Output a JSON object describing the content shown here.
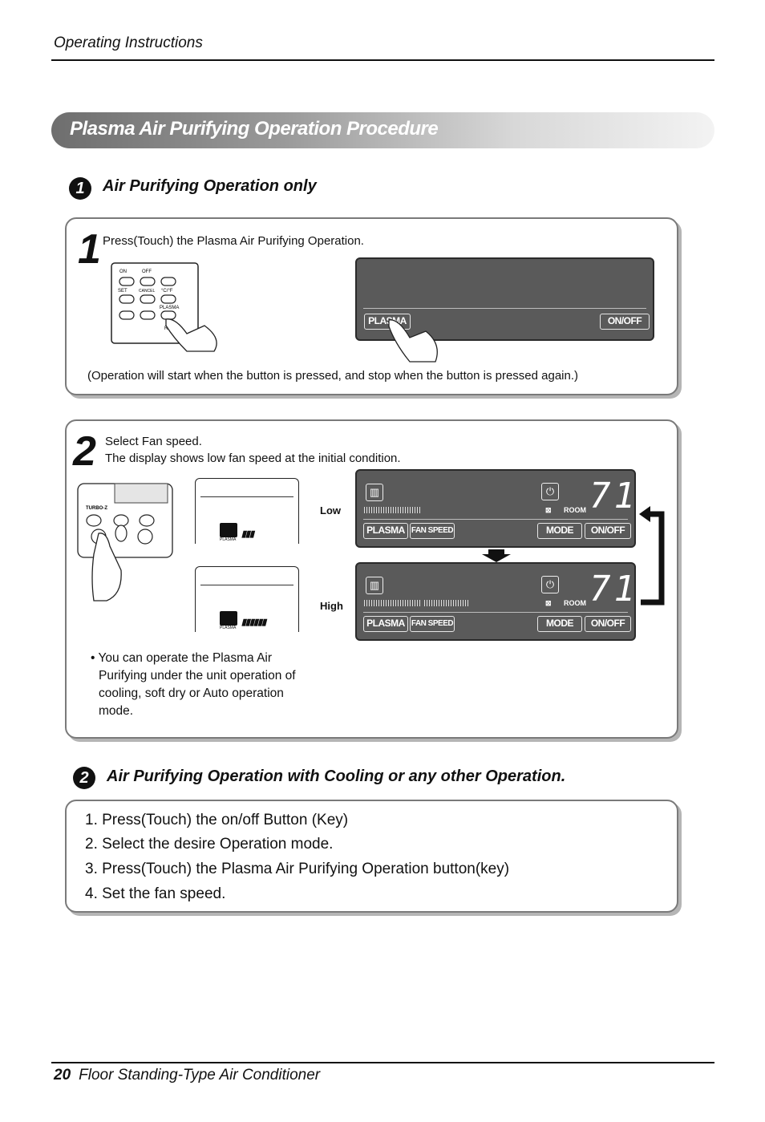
{
  "header": {
    "section": "Operating Instructions"
  },
  "banner": {
    "title": "Plasma Air Purifying Operation Procedure"
  },
  "section1": {
    "badge": "1",
    "title": "Air Purifying Operation only",
    "step1": {
      "number": "1",
      "instruction": "Press(Touch) the Plasma Air Purifying Operation.",
      "note": "(Operation will start when the button is pressed, and stop when the button is pressed again.)",
      "remote": {
        "row1_left": "ON",
        "row1_right": "OFF",
        "row3_left": "SET",
        "row3_right": "CANCEL",
        "row3_temp": "°C/°F",
        "row4_plasma": "PLASMA",
        "reset": "RE"
      },
      "display": {
        "plasma": "PLASMA",
        "onoff": "ON/OFF"
      }
    },
    "step2": {
      "number": "2",
      "instruction_line1": "Select Fan speed.",
      "instruction_line2": "The display shows low fan speed at the initial condition.",
      "remote_label": "TURBO-Z",
      "lcd_label": "PLASMA",
      "low_label": "Low",
      "high_label": "High",
      "display": {
        "plasma": "PLASMA",
        "fan_speed": "FAN SPEED",
        "mode": "MODE",
        "onoff": "ON/OFF",
        "room": "ROOM",
        "temp": "71"
      },
      "bullet": "• You can operate the Plasma Air Purifying under the unit operation of cooling, soft dry or Auto operation mode.",
      "bullet_lines": [
        "• You can operate the Plasma Air",
        "Purifying under the unit operation of",
        "cooling, soft dry or Auto operation",
        "mode."
      ]
    }
  },
  "section2": {
    "badge": "2",
    "title": "Air Purifying Operation with Cooling or any other Operation.",
    "steps": [
      "1. Press(Touch) the on/off Button (Key)",
      "2. Select the desire Operation mode.",
      "3. Press(Touch) the Plasma Air Purifying Operation button(key)",
      "4. Set the fan speed."
    ]
  },
  "footer": {
    "page": "20",
    "title": "Floor Standing-Type Air Conditioner"
  }
}
